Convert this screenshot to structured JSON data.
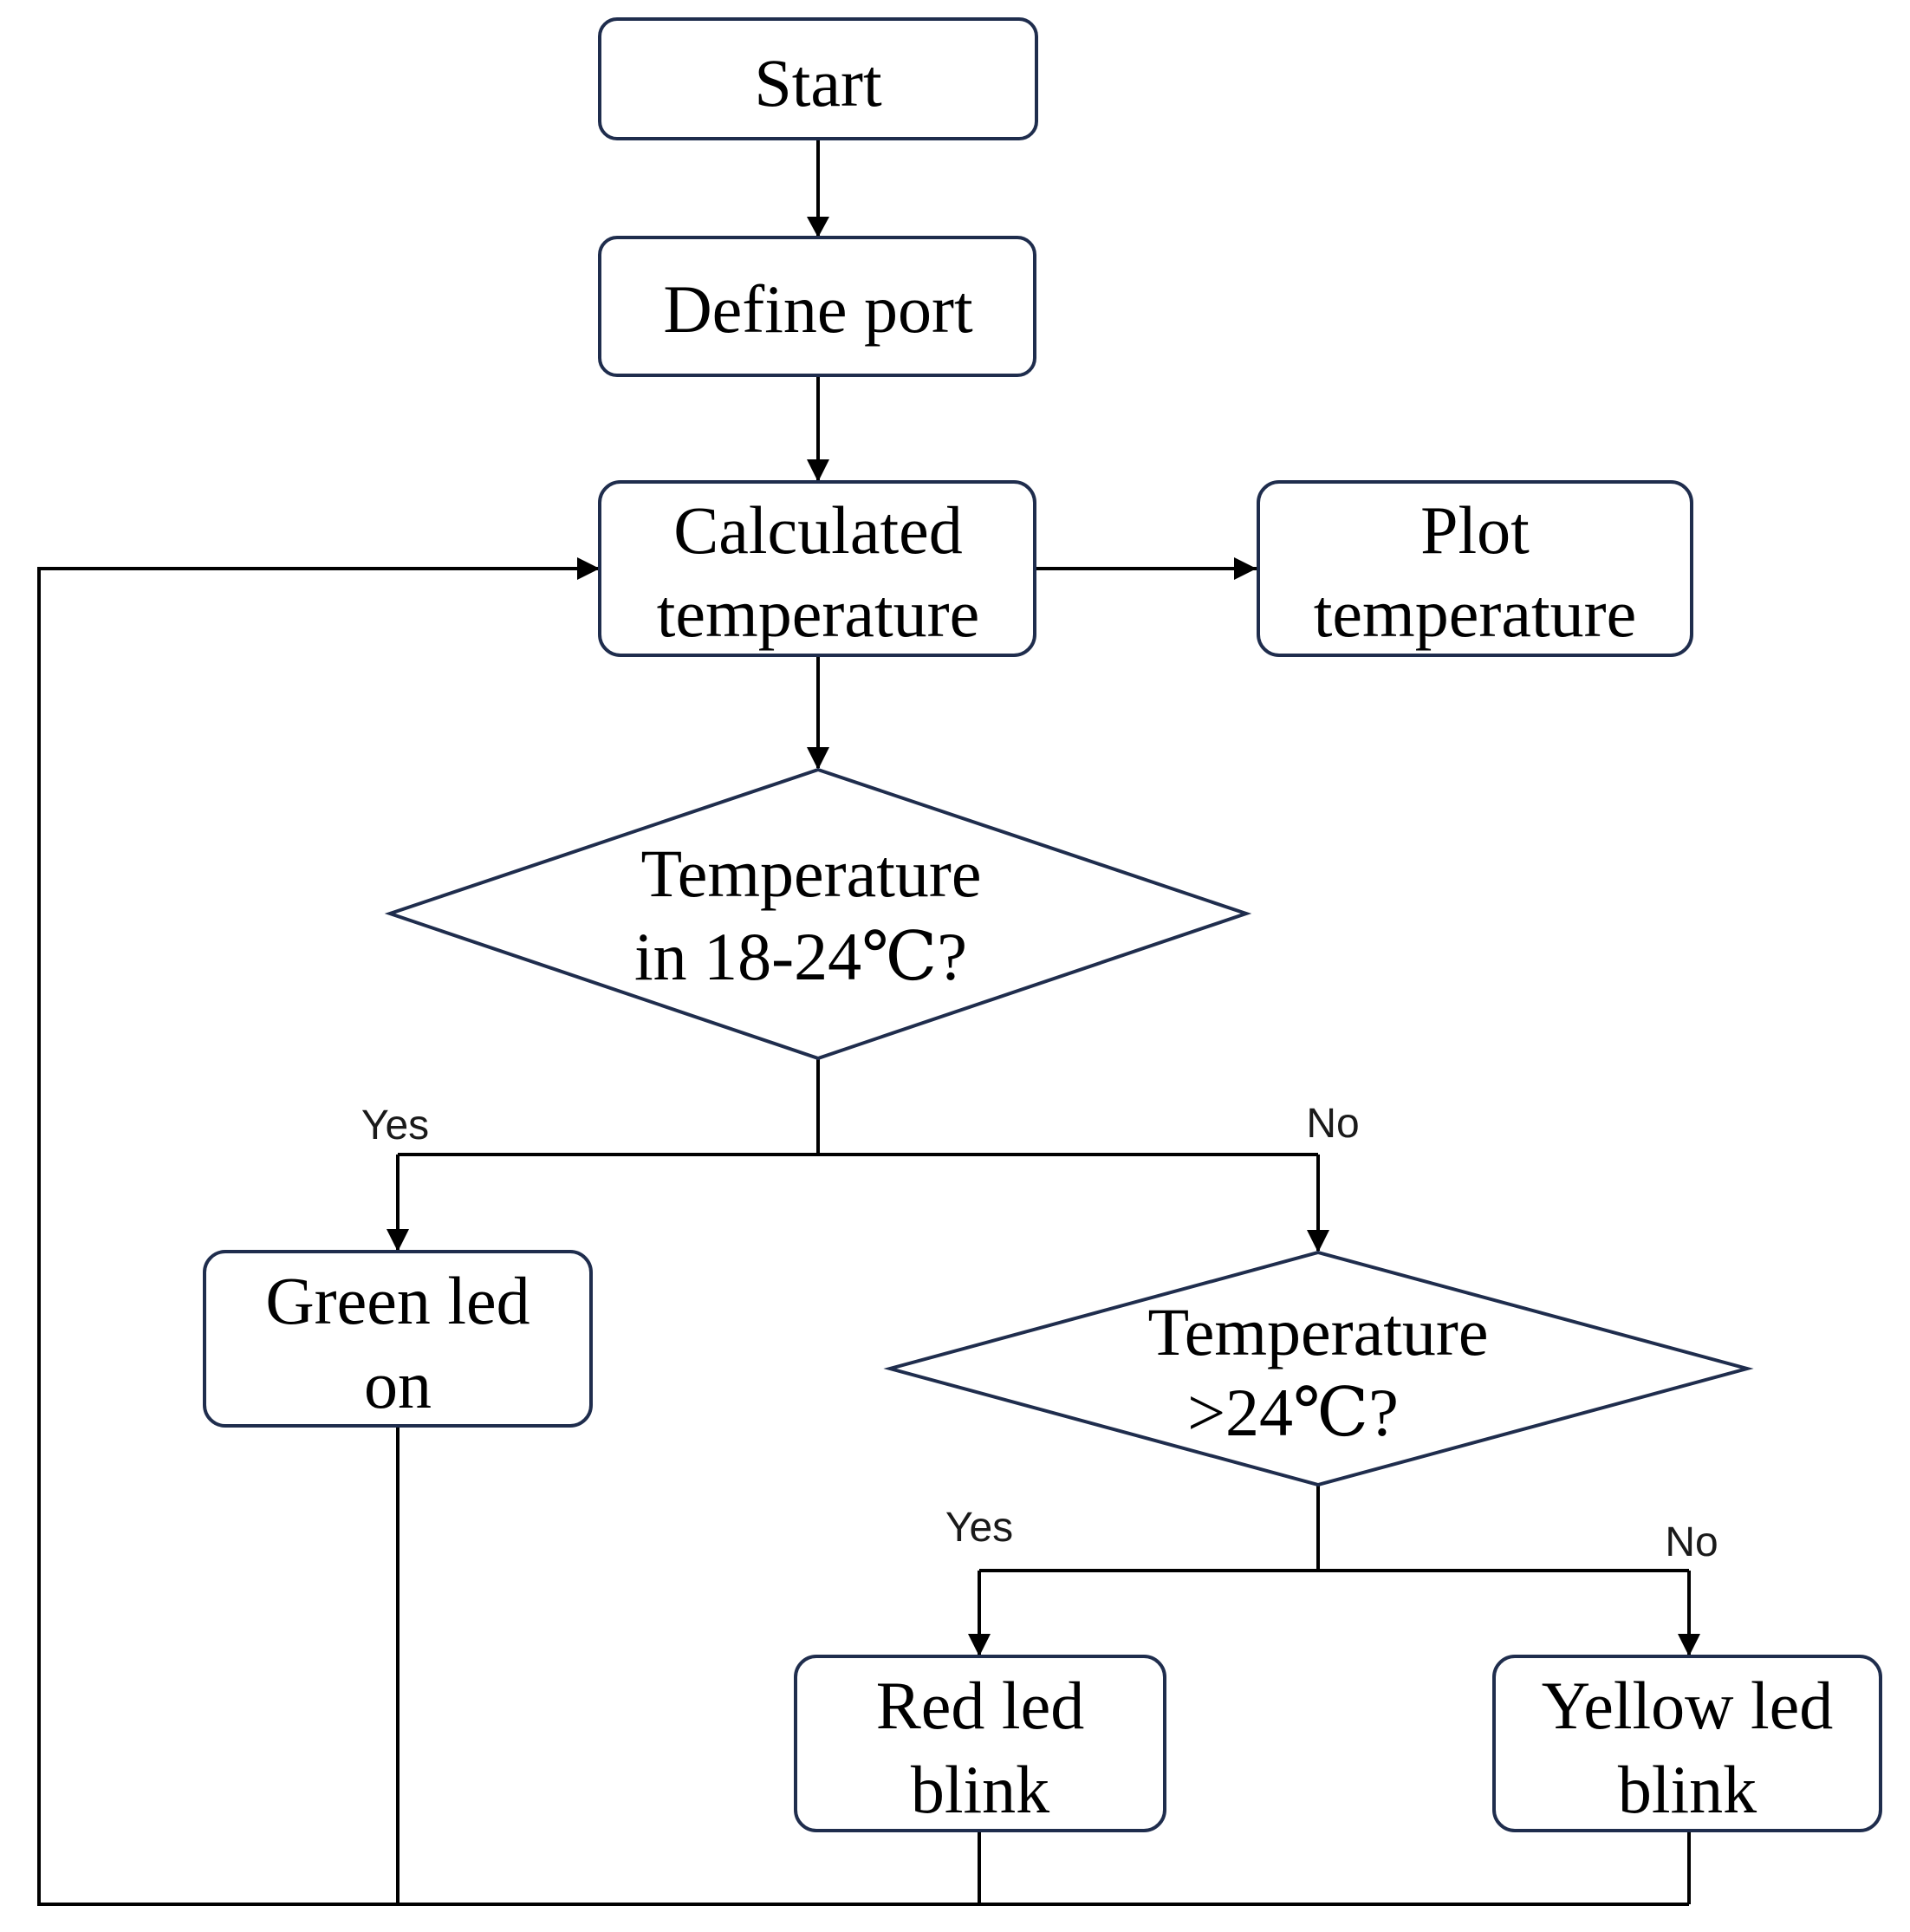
{
  "colors": {
    "node_border": "#1f2d4d",
    "edge": "#000000",
    "background": "#ffffff",
    "text": "#000000"
  },
  "nodes": {
    "start": {
      "lines": [
        "Start"
      ]
    },
    "define_port": {
      "lines": [
        "Define port"
      ]
    },
    "calculated_temperature": {
      "lines": [
        "Calculated",
        "temperature"
      ]
    },
    "plot_temperature": {
      "lines": [
        "Plot",
        "temperature"
      ]
    },
    "decision_range": {
      "lines": [
        "Temperature",
        "in 18-24℃?"
      ]
    },
    "green_led": {
      "lines": [
        "Green led",
        "on"
      ]
    },
    "decision_high": {
      "lines": [
        "Temperature",
        ">24℃?"
      ]
    },
    "red_led": {
      "lines": [
        "Red led",
        "blink"
      ]
    },
    "yellow_led": {
      "lines": [
        "Yellow led",
        "blink"
      ]
    }
  },
  "branch_labels": {
    "range_yes": "Yes",
    "range_no": "No",
    "high_yes": "Yes",
    "high_no": "No"
  }
}
